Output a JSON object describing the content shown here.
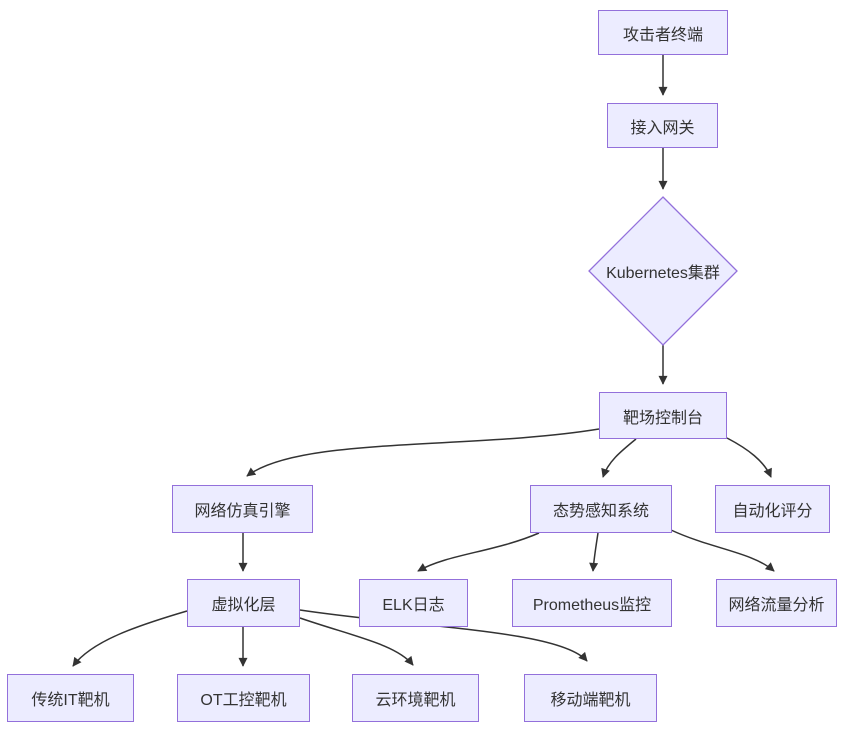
{
  "diagram": {
    "type": "flowchart",
    "direction": "top-down",
    "colors": {
      "node_fill": "#ECECFF",
      "node_border": "#9370DB",
      "edge": "#333333",
      "text": "#333333",
      "background": "#FFFFFF"
    },
    "nodes": {
      "attacker_terminal": {
        "label": "攻击者终端",
        "shape": "rect"
      },
      "access_gateway": {
        "label": "接入网关",
        "shape": "rect"
      },
      "kubernetes_cluster": {
        "label": "Kubernetes集群",
        "shape": "diamond"
      },
      "range_console": {
        "label": "靶场控制台",
        "shape": "rect"
      },
      "network_simulation_engine": {
        "label": "网络仿真引擎",
        "shape": "rect"
      },
      "situation_awareness_system": {
        "label": "态势感知系统",
        "shape": "rect"
      },
      "automated_scoring": {
        "label": "自动化评分",
        "shape": "rect"
      },
      "virtualization_layer": {
        "label": "虚拟化层",
        "shape": "rect"
      },
      "elk_logs": {
        "label": "ELK日志",
        "shape": "rect"
      },
      "prometheus_monitoring": {
        "label": "Prometheus监控",
        "shape": "rect"
      },
      "network_traffic_analysis": {
        "label": "网络流量分析",
        "shape": "rect"
      },
      "traditional_it_target": {
        "label": "传统IT靶机",
        "shape": "rect"
      },
      "ot_ics_target": {
        "label": "OT工控靶机",
        "shape": "rect"
      },
      "cloud_env_target": {
        "label": "云环境靶机",
        "shape": "rect"
      },
      "mobile_target": {
        "label": "移动端靶机",
        "shape": "rect"
      }
    },
    "edges": [
      {
        "from": "攻击者终端",
        "to": "接入网关"
      },
      {
        "from": "接入网关",
        "to": "Kubernetes集群"
      },
      {
        "from": "Kubernetes集群",
        "to": "靶场控制台"
      },
      {
        "from": "靶场控制台",
        "to": "网络仿真引擎"
      },
      {
        "from": "靶场控制台",
        "to": "态势感知系统"
      },
      {
        "from": "靶场控制台",
        "to": "自动化评分"
      },
      {
        "from": "网络仿真引擎",
        "to": "虚拟化层"
      },
      {
        "from": "态势感知系统",
        "to": "ELK日志"
      },
      {
        "from": "态势感知系统",
        "to": "Prometheus监控"
      },
      {
        "from": "态势感知系统",
        "to": "网络流量分析"
      },
      {
        "from": "虚拟化层",
        "to": "传统IT靶机"
      },
      {
        "from": "虚拟化层",
        "to": "OT工控靶机"
      },
      {
        "from": "虚拟化层",
        "to": "云环境靶机"
      },
      {
        "from": "虚拟化层",
        "to": "移动端靶机"
      }
    ]
  }
}
